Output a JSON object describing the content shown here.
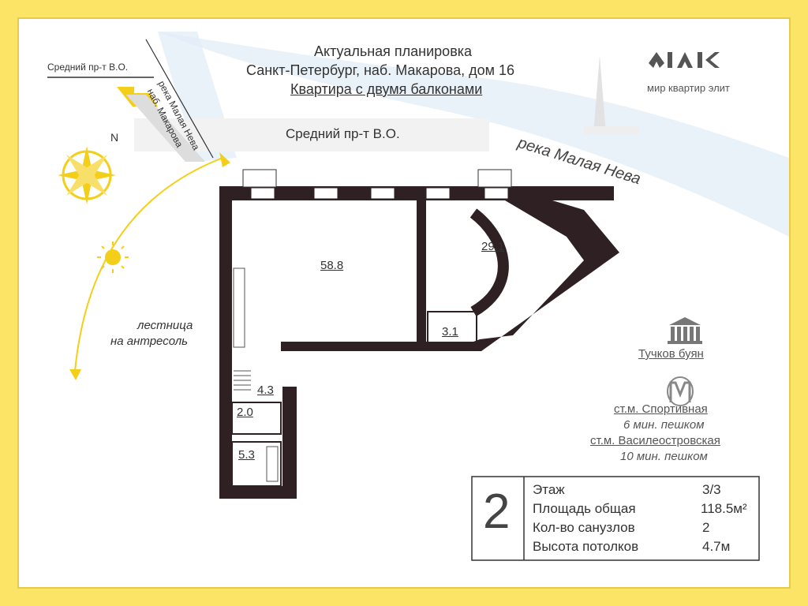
{
  "header": {
    "line1": "Актуальная планировка",
    "line2": "Санкт-Петербург, наб. Макарова, дом 16",
    "line3": "Квартира с двумя балконами"
  },
  "logo": {
    "caption": "мир квартир элит"
  },
  "map": {
    "street_top": "Средний пр-т В.О.",
    "river_label_small": "река Малая Нева",
    "embankment_label": "наб. Макарова",
    "compass_north": "N",
    "street_main": "Средний пр-т В.О.",
    "river_label_big": "река Малая Нева"
  },
  "plan": {
    "rooms": [
      {
        "area": "58.8"
      },
      {
        "area": "29.1"
      },
      {
        "area": "3.1"
      },
      {
        "area": "4.3"
      },
      {
        "area": "2.0"
      },
      {
        "area": "5.3"
      }
    ],
    "stair_note_line1": "лестница",
    "stair_note_line2": "на антресоль"
  },
  "poi": {
    "landmark": "Тучков буян",
    "metro1_name": "ст.м. Спортивная",
    "metro1_walk": "6 мин. пешком",
    "metro2_name": "ст.м. Василеостровская",
    "metro2_walk": "10 мин. пешком"
  },
  "info": {
    "number": "2",
    "rows": [
      {
        "label": "Этаж",
        "value": "3/3"
      },
      {
        "label": "Площадь общая",
        "value": "118.5м²"
      },
      {
        "label": "Кол-во санузлов",
        "value": "2"
      },
      {
        "label": "Высота потолков",
        "value": "4.7м"
      }
    ]
  },
  "colors": {
    "frame": "#fce566",
    "wall": "#2e2023",
    "accent_yellow": "#f4cf1a",
    "river": "#e4eef7",
    "text": "#333333"
  }
}
